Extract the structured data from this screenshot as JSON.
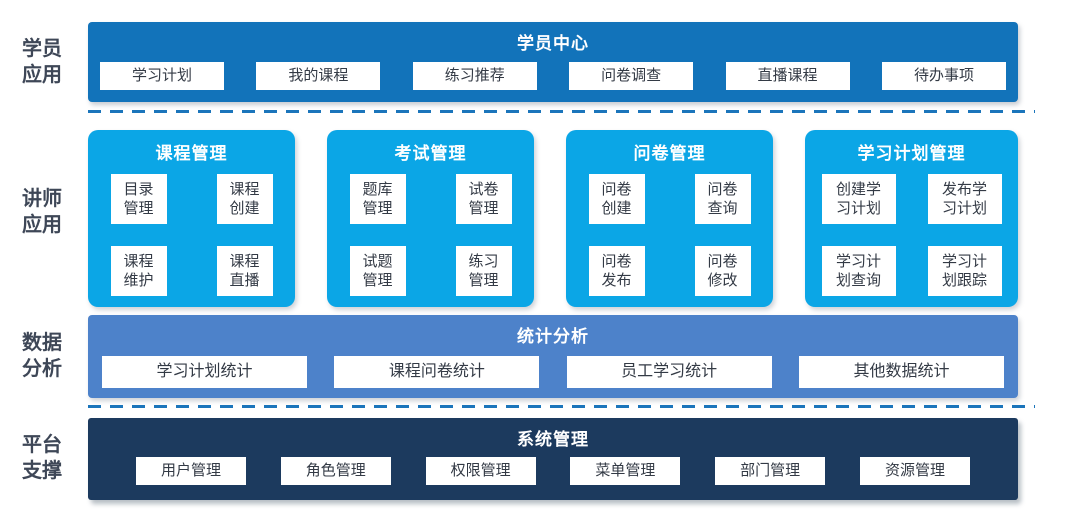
{
  "side_labels": {
    "student": [
      "学员",
      "应用"
    ],
    "instructor": [
      "讲师",
      "应用"
    ],
    "data": [
      "数据",
      "分析"
    ],
    "platform": [
      "平台",
      "支撑"
    ]
  },
  "student_center": {
    "title": "学员中心",
    "items": [
      "学习计划",
      "我的课程",
      "练习推荐",
      "问卷调查",
      "直播课程",
      "待办事项"
    ]
  },
  "instructor_modules": [
    {
      "title": "课程管理",
      "items": [
        "目录管理",
        "课程创建",
        "课程维护",
        "课程直播"
      ]
    },
    {
      "title": "考试管理",
      "items": [
        "题库管理",
        "试卷管理",
        "试题管理",
        "练习管理"
      ]
    },
    {
      "title": "问卷管理",
      "items": [
        "问卷创建",
        "问卷查询",
        "问卷发布",
        "问卷修改"
      ]
    },
    {
      "title": "学习计划管理",
      "items": [
        "创建学习计划",
        "发布学习计划",
        "学习计划查询",
        "学习计划跟踪"
      ]
    }
  ],
  "statistics": {
    "title": "统计分析",
    "items": [
      "学习计划统计",
      "课程问卷统计",
      "员工学习统计",
      "其他数据统计"
    ]
  },
  "system": {
    "title": "系统管理",
    "items": [
      "用户管理",
      "角色管理",
      "权限管理",
      "菜单管理",
      "部门管理",
      "资源管理"
    ]
  },
  "colors": {
    "primary_blue": "#1273BA",
    "cyan": "#0BA6E6",
    "medium_blue": "#4D82CA",
    "dark_navy": "#1C3A5E",
    "dashed_line": "#1B75BB",
    "side_label_text": "#3E4757",
    "chip_text": "#333A45"
  }
}
